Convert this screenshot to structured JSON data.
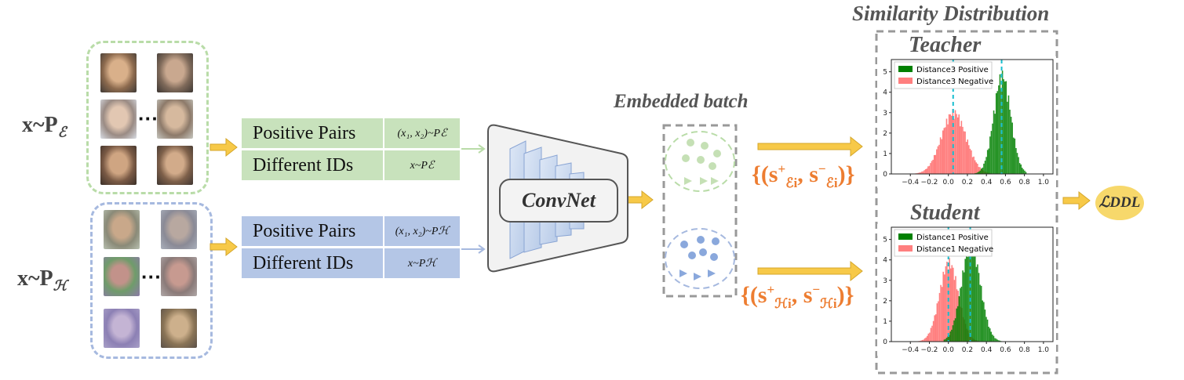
{
  "left": {
    "easy_label": {
      "main": "x~P",
      "sub": "ℰ"
    },
    "hard_label": {
      "main": "x~P",
      "sub": "ℋ"
    },
    "ellipsis": "···",
    "easy_table": {
      "row1": {
        "label": "Positive Pairs",
        "expr": "(x₁, x₂)~Pℰ"
      },
      "row2": {
        "label": "Different IDs",
        "expr": "x~Pℰ"
      }
    },
    "hard_table": {
      "row1": {
        "label": "Positive Pairs",
        "expr": "(x₁, x₂)~Pℋ"
      },
      "row2": {
        "label": "Different IDs",
        "expr": "x~Pℋ"
      }
    }
  },
  "network": {
    "label": "ConvNet"
  },
  "embedded": {
    "title": "Embedded batch"
  },
  "similarity": {
    "title": "Similarity Distribution",
    "easy_set": {
      "open": "{(s",
      "sub": "ℰi",
      "close": ")}"
    },
    "hard_set": {
      "open": "{(s",
      "sub": "ℋi",
      "close": ")}"
    },
    "loss_label": "ℒDDL"
  },
  "colors": {
    "easy_green": "#b9dca8",
    "hard_blue": "#a6b9df",
    "arrow_yellow": "#f7c948",
    "orange": "#ed7d31",
    "positive": "#008000",
    "negative": "#ff7f7f",
    "mean_line": "#17becf"
  },
  "chart_data": [
    {
      "type": "bar",
      "title": "Teacher",
      "legend_position": "top-left",
      "xticks": [
        "−0.4",
        "−0.2",
        "0.0",
        "0.2",
        "0.4",
        "0.6",
        "0.8",
        "1.0"
      ],
      "yticks": [
        "0",
        "1",
        "2",
        "3",
        "4",
        "5"
      ],
      "xlim": [
        -0.6,
        1.1
      ],
      "ylim": [
        0,
        5.6
      ],
      "series": [
        {
          "name": "Distance3 Positive",
          "mean": 0.56,
          "spread": 0.09,
          "peak": 5.1,
          "lo": 0.25,
          "hi": 0.82
        },
        {
          "name": "Distance3 Negative",
          "mean": 0.05,
          "spread": 0.13,
          "peak": 3.2,
          "lo": -0.35,
          "hi": 0.45
        }
      ],
      "mean_lines": [
        0.05,
        0.56
      ]
    },
    {
      "type": "bar",
      "title": "Student",
      "legend_position": "top-left",
      "xticks": [
        "−0.4",
        "−0.2",
        "0.0",
        "0.2",
        "0.4",
        "0.6",
        "0.8",
        "1.0"
      ],
      "yticks": [
        "0",
        "1",
        "2",
        "3",
        "4",
        "5"
      ],
      "xlim": [
        -0.6,
        1.1
      ],
      "ylim": [
        0,
        5.6
      ],
      "series": [
        {
          "name": "Distance1 Positive",
          "mean": 0.23,
          "spread": 0.1,
          "peak": 5.0,
          "lo": -0.05,
          "hi": 0.55
        },
        {
          "name": "Distance1 Negative",
          "mean": 0.0,
          "spread": 0.1,
          "peak": 4.1,
          "lo": -0.32,
          "hi": 0.35
        }
      ],
      "mean_lines": [
        0.0,
        0.23
      ]
    }
  ]
}
